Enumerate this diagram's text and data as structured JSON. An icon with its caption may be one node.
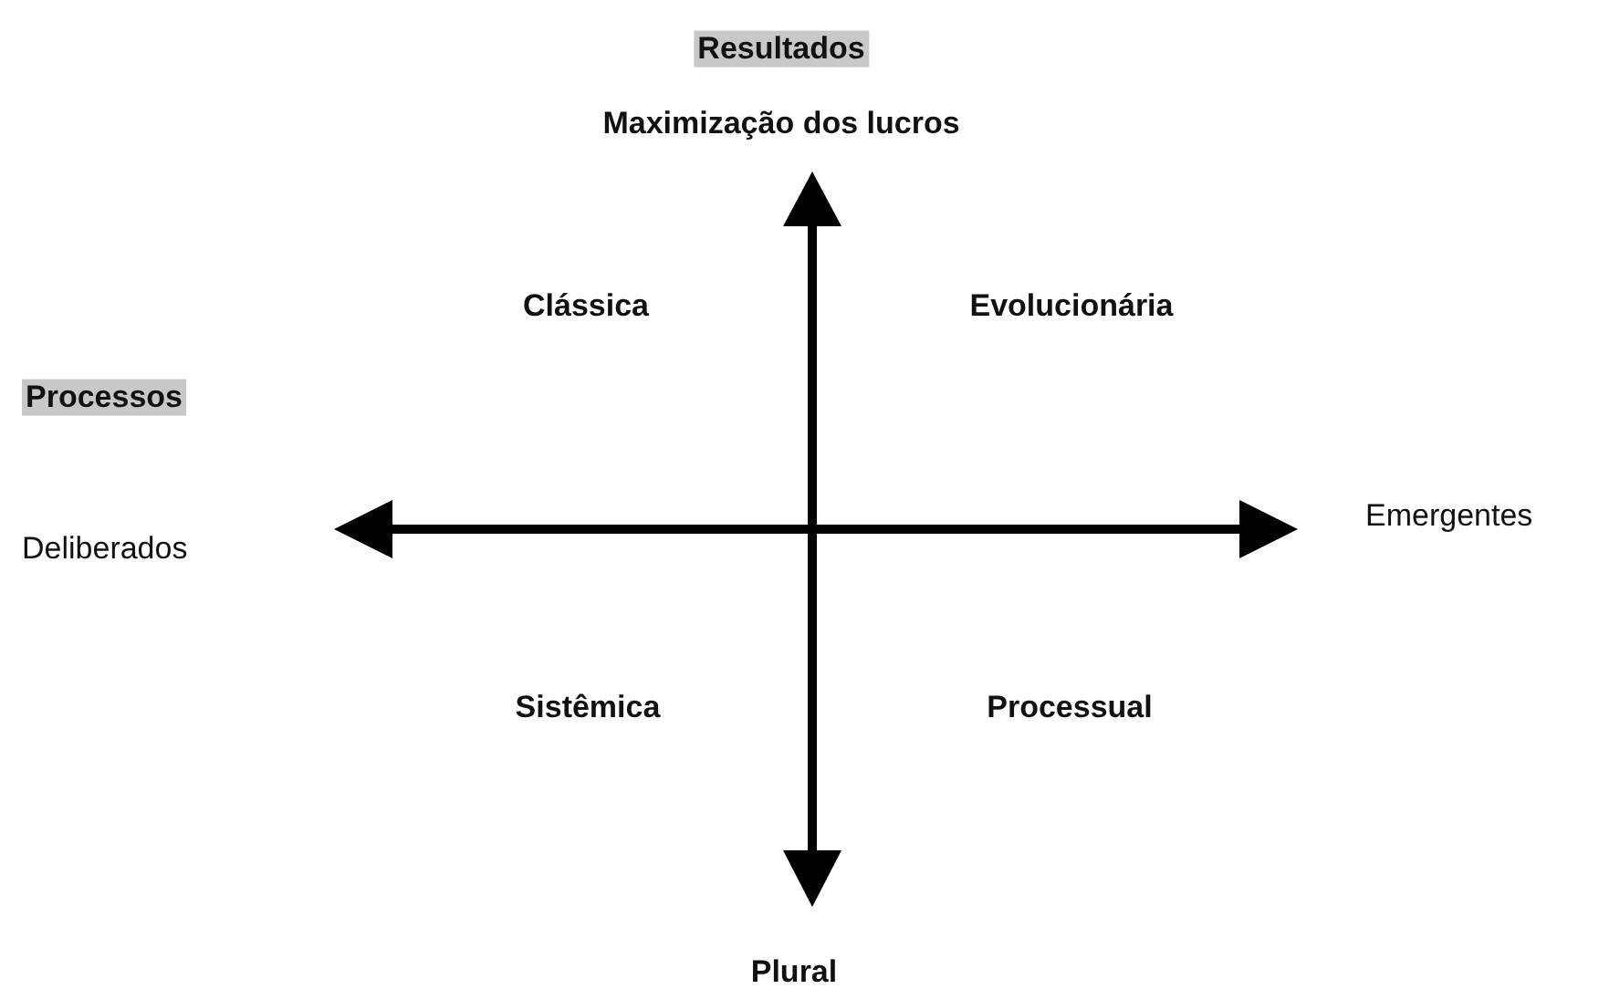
{
  "diagram": {
    "labels": [
      "Resultados",
      "Maximização dos lucros",
      "Clássica",
      "Evolucionária",
      "Processos",
      "Deliberados",
      "Emergentes",
      "Sistêmica",
      "Processual",
      "Plural"
    ]
  }
}
